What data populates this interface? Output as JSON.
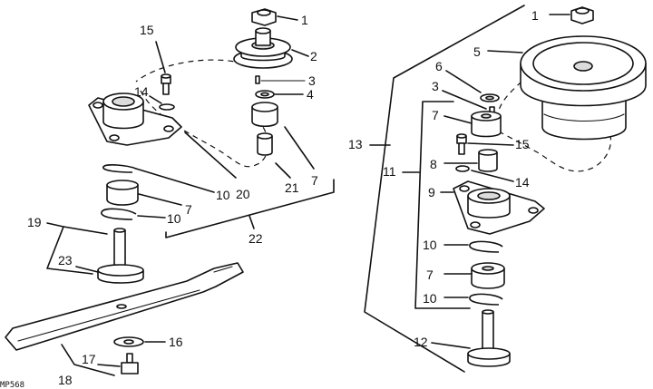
{
  "callouts": {
    "n1a": "1",
    "n2": "2",
    "n3a": "3",
    "n4": "4",
    "n7a": "7",
    "n21": "21",
    "n22": "22",
    "n15a": "15",
    "n14a": "14",
    "n20": "20",
    "n10a": "10",
    "n7b": "7",
    "n10b": "10",
    "n19": "19",
    "n23": "23",
    "n16": "16",
    "n17": "17",
    "n18": "18",
    "n1b": "1",
    "n5": "5",
    "n6": "6",
    "n3b": "3",
    "n7c": "7",
    "n15b": "15",
    "n8": "8",
    "n14b": "14",
    "n13": "13",
    "n11": "11",
    "n9": "9",
    "n10c": "10",
    "n7d": "7",
    "n10d": "10",
    "n12": "12"
  },
  "figure_code": "MP568"
}
